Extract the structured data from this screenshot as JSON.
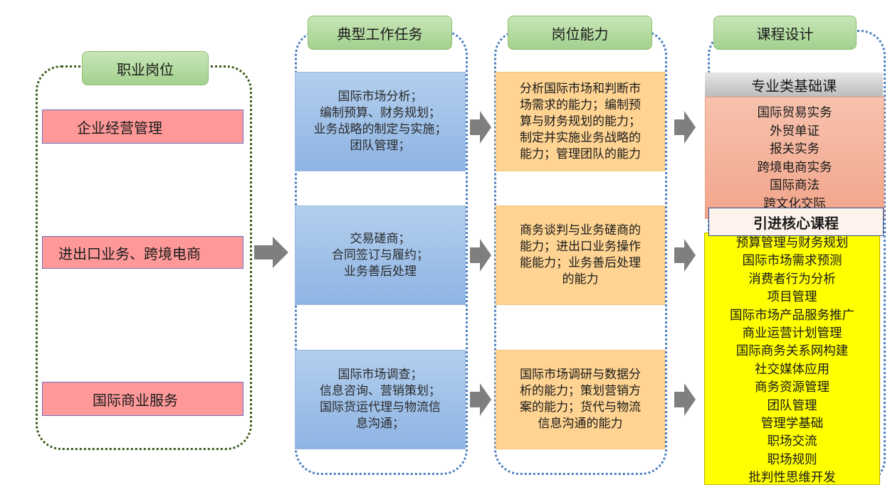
{
  "columns": {
    "jobs": {
      "title": "职业岗位",
      "items": [
        "企业经营管理",
        "进出口业务、跨境电商",
        "国际商业服务"
      ]
    },
    "tasks": {
      "title": "典型工作任务",
      "items": [
        "国际市场分析；\n编制预算、财务规划；\n业务战略的制定与实施；\n团队管理；",
        "交易磋商；\n合同签订与履约；\n  业务善后处理",
        "国际市场调查；\n信息咨询、营销策划；\n国际货运代理与物流信\n息沟通；"
      ]
    },
    "abilities": {
      "title": "岗位能力",
      "items": [
        "分析国际市场和判断市\n场需求的能力；编制预\n算与财务规划的能力；\n制定并实施业务战略的\n能力；管理团队的能力",
        "商务谈判与业务磋商的\n能力；进出口业务操作\n能能力；业务善后处理\n的能力",
        "国际市场调研与数据分\n析的能力；策划营销方\n案的能力；货代与物流\n信息沟通的能力"
      ]
    },
    "courses": {
      "title": "课程设计",
      "basic": {
        "title": "专业类基础课",
        "items": [
          "国际贸易实务",
          "外贸单证",
          "报关实务",
          "跨境电商实务",
          "国际商法",
          "跨文化交际"
        ]
      },
      "core": {
        "title": "引进核心课程",
        "items": [
          "预算管理与财务规划",
          "国际市场需求预测",
          "消费者行为分析",
          "项目管理",
          "国际市场产品服务推广",
          "商业运营计划管理",
          "国际商务关系网构建",
          "社交媒体应用",
          "商务资源管理",
          "团队管理",
          "管理学基础",
          "职场交流",
          "职场规则",
          "批判性思维开发"
        ]
      }
    }
  },
  "colors": {
    "header_green": "#a3d18e",
    "job_pink": "#ff9999",
    "task_blue": "#8eb4e3",
    "ability_orange": "#ffd492",
    "basic_salmon": "#f2a58a",
    "core_yellow": "#ffff00",
    "arrow_gray": "#7f7f7f",
    "dotted_green": "#3a5a1a",
    "dotted_blue": "#4a7ec0"
  }
}
